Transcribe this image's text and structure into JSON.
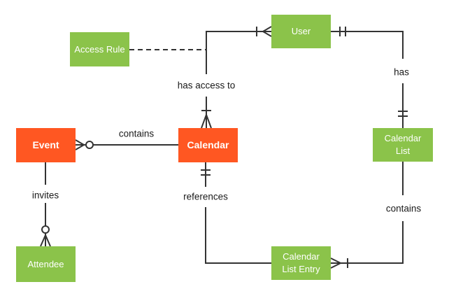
{
  "diagram_type": "entity-relationship",
  "colors": {
    "entity_primary": "#FF5722",
    "entity_secondary": "#8BC34A",
    "connector": "#333333",
    "label_text": "#1A1A1A",
    "entity_text": "#FFFFFF",
    "background": "#FFFFFF"
  },
  "entities": [
    {
      "label": "Event",
      "emphasis": "primary"
    },
    {
      "label": "Calendar",
      "emphasis": "primary"
    },
    {
      "label": "User",
      "emphasis": "secondary"
    },
    {
      "label": "Access Rule",
      "emphasis": "secondary"
    },
    {
      "label": "Calendar List",
      "emphasis": "secondary"
    },
    {
      "label": "Calendar List Entry",
      "emphasis": "secondary"
    },
    {
      "label": "Attendee",
      "emphasis": "secondary"
    }
  ],
  "relationships": [
    {
      "label": "contains",
      "between": [
        "Event",
        "Calendar"
      ],
      "markers": {
        "Event": "zero-or-many",
        "Calendar": "none"
      },
      "style": "solid"
    },
    {
      "label": "has access to",
      "between": [
        "User",
        "Calendar"
      ],
      "markers": {
        "User": "one-or-many",
        "Calendar": "one-or-many"
      },
      "style": "solid"
    },
    {
      "label": "has",
      "between": [
        "User",
        "Calendar List"
      ],
      "markers": {
        "User": "exactly-one",
        "Calendar List": "exactly-one"
      },
      "style": "solid"
    },
    {
      "label": "contains",
      "between": [
        "Calendar List",
        "Calendar List Entry"
      ],
      "markers": {
        "Calendar List": "none",
        "Calendar List Entry": "one-or-many"
      },
      "style": "solid"
    },
    {
      "label": "references",
      "between": [
        "Calendar",
        "Calendar List Entry"
      ],
      "markers": {
        "Calendar": "exactly-one",
        "Calendar List Entry": "none"
      },
      "style": "solid"
    },
    {
      "label": "invites",
      "between": [
        "Event",
        "Attendee"
      ],
      "markers": {
        "Event": "none",
        "Attendee": "zero-or-many"
      },
      "style": "solid"
    },
    {
      "label": "",
      "between": [
        "Access Rule",
        "has access to"
      ],
      "markers": {},
      "style": "dashed"
    }
  ]
}
